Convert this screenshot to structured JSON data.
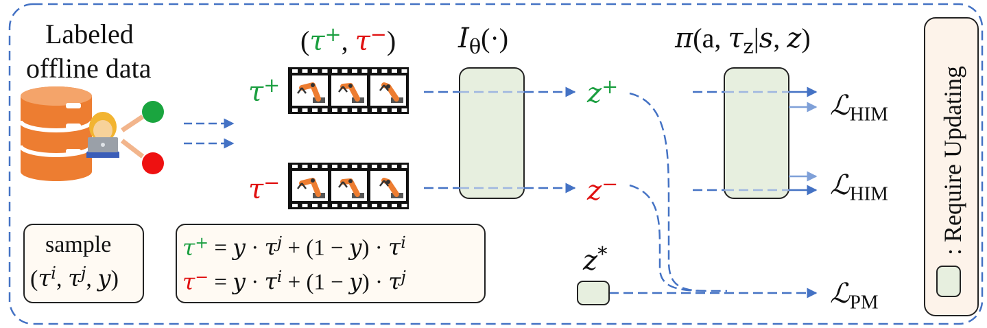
{
  "data_source": {
    "line1": "Labeled",
    "line2": "offline data"
  },
  "pair_label": {
    "open": "(",
    "tau": "τ",
    "plus": "+",
    "comma": ", ",
    "minus": "−",
    "close": ")"
  },
  "encoder_label": {
    "I": "I",
    "theta": "θ",
    "arg": "(·)"
  },
  "policy_label": {
    "pi": "π",
    "open": "(",
    "a": "a",
    "comma1": ", ",
    "tau": "τ",
    "z_sub": "z",
    "bar": "|",
    "s": "s",
    "comma2": ", ",
    "z": "z",
    "close": ")"
  },
  "traj_labels": {
    "plus": {
      "tau": "τ",
      "sign": "+"
    },
    "minus": {
      "tau": "τ",
      "sign": "−"
    }
  },
  "latents": {
    "z_plus": {
      "z": "z",
      "sign": "+"
    },
    "z_minus": {
      "z": "z",
      "sign": "−"
    },
    "z_star": {
      "z": "z",
      "sign": "*"
    }
  },
  "losses": {
    "him_1": {
      "L": "ℒ",
      "sub": "HIM"
    },
    "him_2": {
      "L": "ℒ",
      "sub": "HIM"
    },
    "pm": {
      "L": "ℒ",
      "sub": "PM"
    }
  },
  "sample_box": {
    "line1": "sample",
    "open": "(",
    "tau1": "τ",
    "i": "i",
    "c1": ", ",
    "tau2": "τ",
    "j": "j",
    "c2": ", ",
    "y": "y",
    "close": ")"
  },
  "formula_box": {
    "row1": {
      "tau": "τ",
      "sign": "+",
      "eq": " = ",
      "y": "y",
      "dot1": " · ",
      "tau_a": "τ",
      "sup_a": "j",
      "mid": " + (1 − ",
      "y2": "y",
      "close": ") · ",
      "tau_b": "τ",
      "sup_b": "i"
    },
    "row2": {
      "tau": "τ",
      "sign": "−",
      "eq": " = ",
      "y": "y",
      "dot1": " · ",
      "tau_a": "τ",
      "sup_a": "i",
      "mid": " + (1 − ",
      "y2": "y",
      "close": ") · ",
      "tau_b": "τ",
      "sup_b": "j"
    }
  },
  "legend": {
    "text": ": Require Updating"
  },
  "icons": {
    "database": "database-icon",
    "person": "person-with-laptop-icon",
    "positive_dot": "green-circle-icon",
    "negative_dot": "red-circle-icon",
    "film_plus": "robot-arm-filmstrip-icon",
    "film_minus": "robot-arm-filmstrip-icon"
  },
  "colors": {
    "frame": "#4472c4",
    "arrow": "#4472c4",
    "arrow_light": "#7fa0d8",
    "module_fill": "#e7efdf",
    "database": "#ed7d31",
    "positive": "#1a9e3f",
    "negative": "#e01010",
    "robot": "#ed7d31"
  }
}
